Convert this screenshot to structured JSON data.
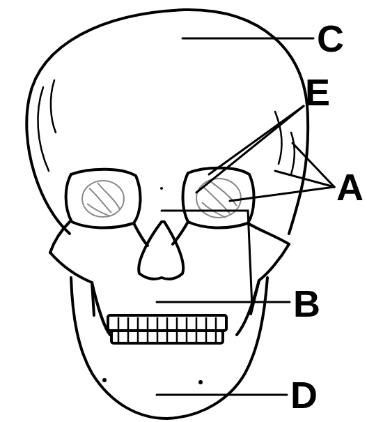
{
  "diagram": {
    "labels": [
      "C",
      "E",
      "A",
      "B",
      "D"
    ]
  }
}
